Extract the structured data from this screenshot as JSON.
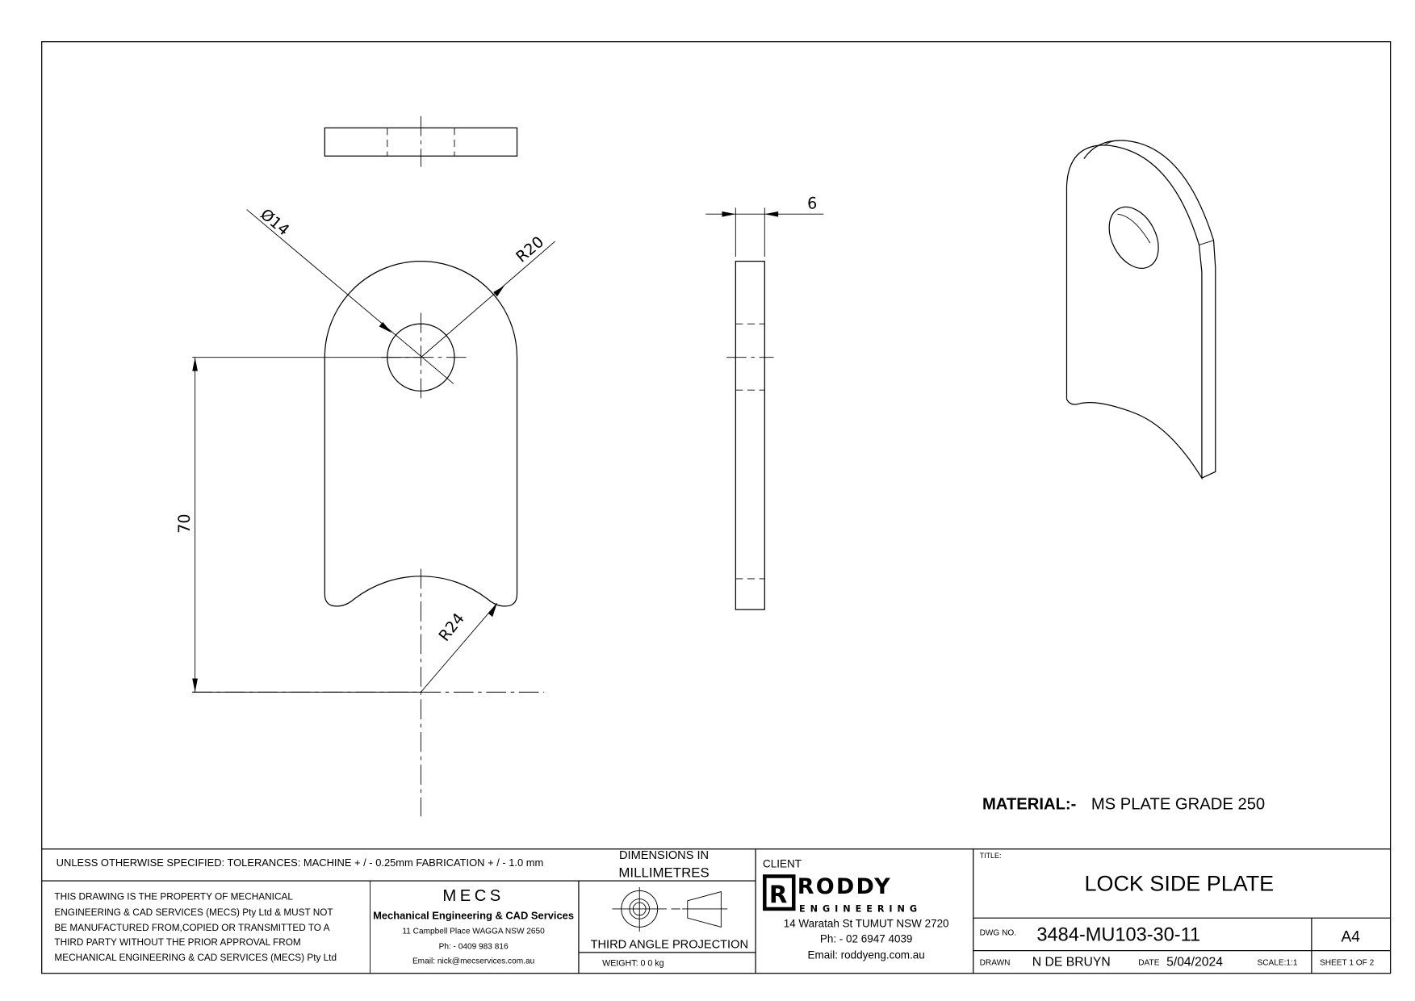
{
  "drawing": {
    "dimensions": {
      "hole_diameter": "Ø14",
      "top_radius": "R20",
      "bottom_radius": "R24",
      "height": "70",
      "thickness": "6"
    },
    "material_label": "MATERIAL:-",
    "material_value": "MS PLATE GRADE 250"
  },
  "title_block": {
    "tolerances": "UNLESS OTHERWISE SPECIFIED: TOLERANCES: MACHINE + / - 0.25mm  FABRICATION + / - 1.0 mm",
    "units_line1": "DIMENSIONS IN",
    "units_line2": "MILLIMETRES",
    "property_notice": [
      "THIS DRAWING IS THE PROPERTY OF MECHANICAL",
      "ENGINEERING & CAD SERVICES (MECS) Pty Ltd & MUST NOT",
      "BE MANUFACTURED FROM,COPIED OR TRANSMITTED TO A",
      "THIRD PARTY WITHOUT THE PRIOR APPROVAL FROM",
      "MECHANICAL ENGINEERING & CAD SERVICES (MECS) Pty Ltd"
    ],
    "company": {
      "logo": "MECS",
      "name": "Mechanical Engineering & CAD Services",
      "address": "11 Campbell Place WAGGA NSW 2650",
      "phone": "Ph: - 0409 983 816",
      "email": "Email: nick@mecservices.com.au"
    },
    "projection": "THIRD ANGLE PROJECTION",
    "weight": "WEIGHT: 0 0 kg",
    "client": {
      "label": "CLIENT",
      "logo_main": "RODDY",
      "logo_sub": "ENGINEERING",
      "address": "14 Waratah St TUMUT NSW 2720",
      "phone": "Ph: - 02 6947 4039",
      "email": "Email: roddyeng.com.au"
    },
    "title_label": "TITLE:",
    "title": "LOCK SIDE PLATE",
    "dwg_no_label": "DWG NO.",
    "dwg_no": "3484-MU103-30-11",
    "size": "A4",
    "drawn_label": "DRAWN",
    "drawn_by": "N DE BRUYN",
    "date_label": "DATE",
    "date": "5/04/2024",
    "scale": "SCALE:1:1",
    "sheet": "SHEET 1 OF 2"
  }
}
